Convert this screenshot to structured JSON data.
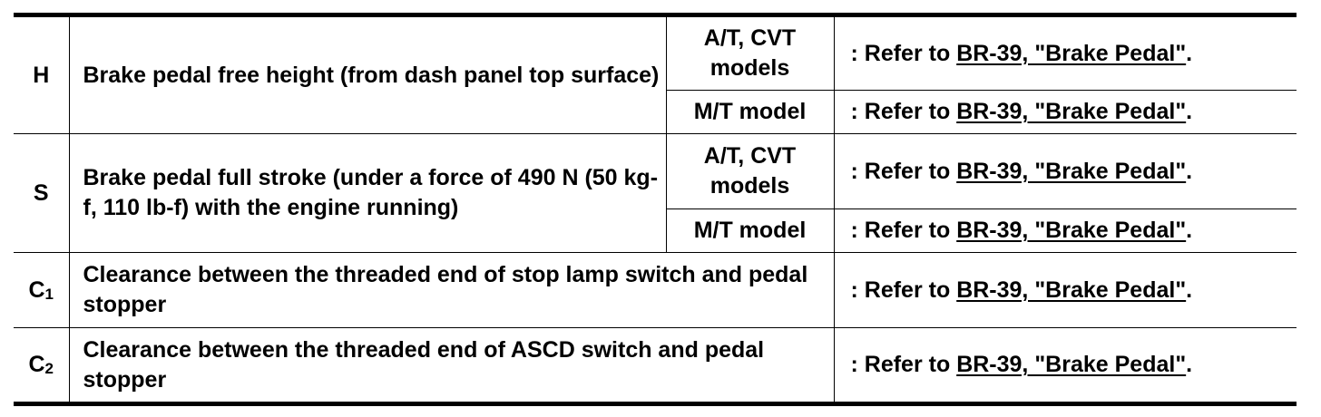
{
  "rows": [
    {
      "symbol": "H",
      "description": "Brake pedal free height (from dash panel top surface)",
      "sub": [
        {
          "model": "A/T, CVT models",
          "ref_prefix": ": Refer to ",
          "ref_link": "BR-39, \"Brake Pedal\"",
          "ref_suffix": "."
        },
        {
          "model": "M/T model",
          "ref_prefix": ": Refer to ",
          "ref_link": "BR-39, \"Brake Pedal\"",
          "ref_suffix": "."
        }
      ]
    },
    {
      "symbol": "S",
      "description": "Brake pedal full stroke (under a force of 490 N (50 kg-f, 110 lb-f) with the engine running)",
      "sub": [
        {
          "model": "A/T, CVT models",
          "ref_prefix": ": Refer to ",
          "ref_link": "BR-39, \"Brake Pedal\"",
          "ref_suffix": "."
        },
        {
          "model": "M/T model",
          "ref_prefix": ": Refer to ",
          "ref_link": "BR-39, \"Brake Pedal\"",
          "ref_suffix": "."
        }
      ]
    },
    {
      "symbol": "C",
      "symbol_sub": "1",
      "description": "Clearance between the threaded end of stop lamp switch and pedal stopper",
      "ref_prefix": ": Refer to ",
      "ref_link": "BR-39, \"Brake Pedal\"",
      "ref_suffix": "."
    },
    {
      "symbol": "C",
      "symbol_sub": "2",
      "description": "Clearance between the threaded end of ASCD switch and pedal stopper",
      "ref_prefix": ": Refer to ",
      "ref_link": "BR-39, \"Brake Pedal\"",
      "ref_suffix": "."
    }
  ]
}
